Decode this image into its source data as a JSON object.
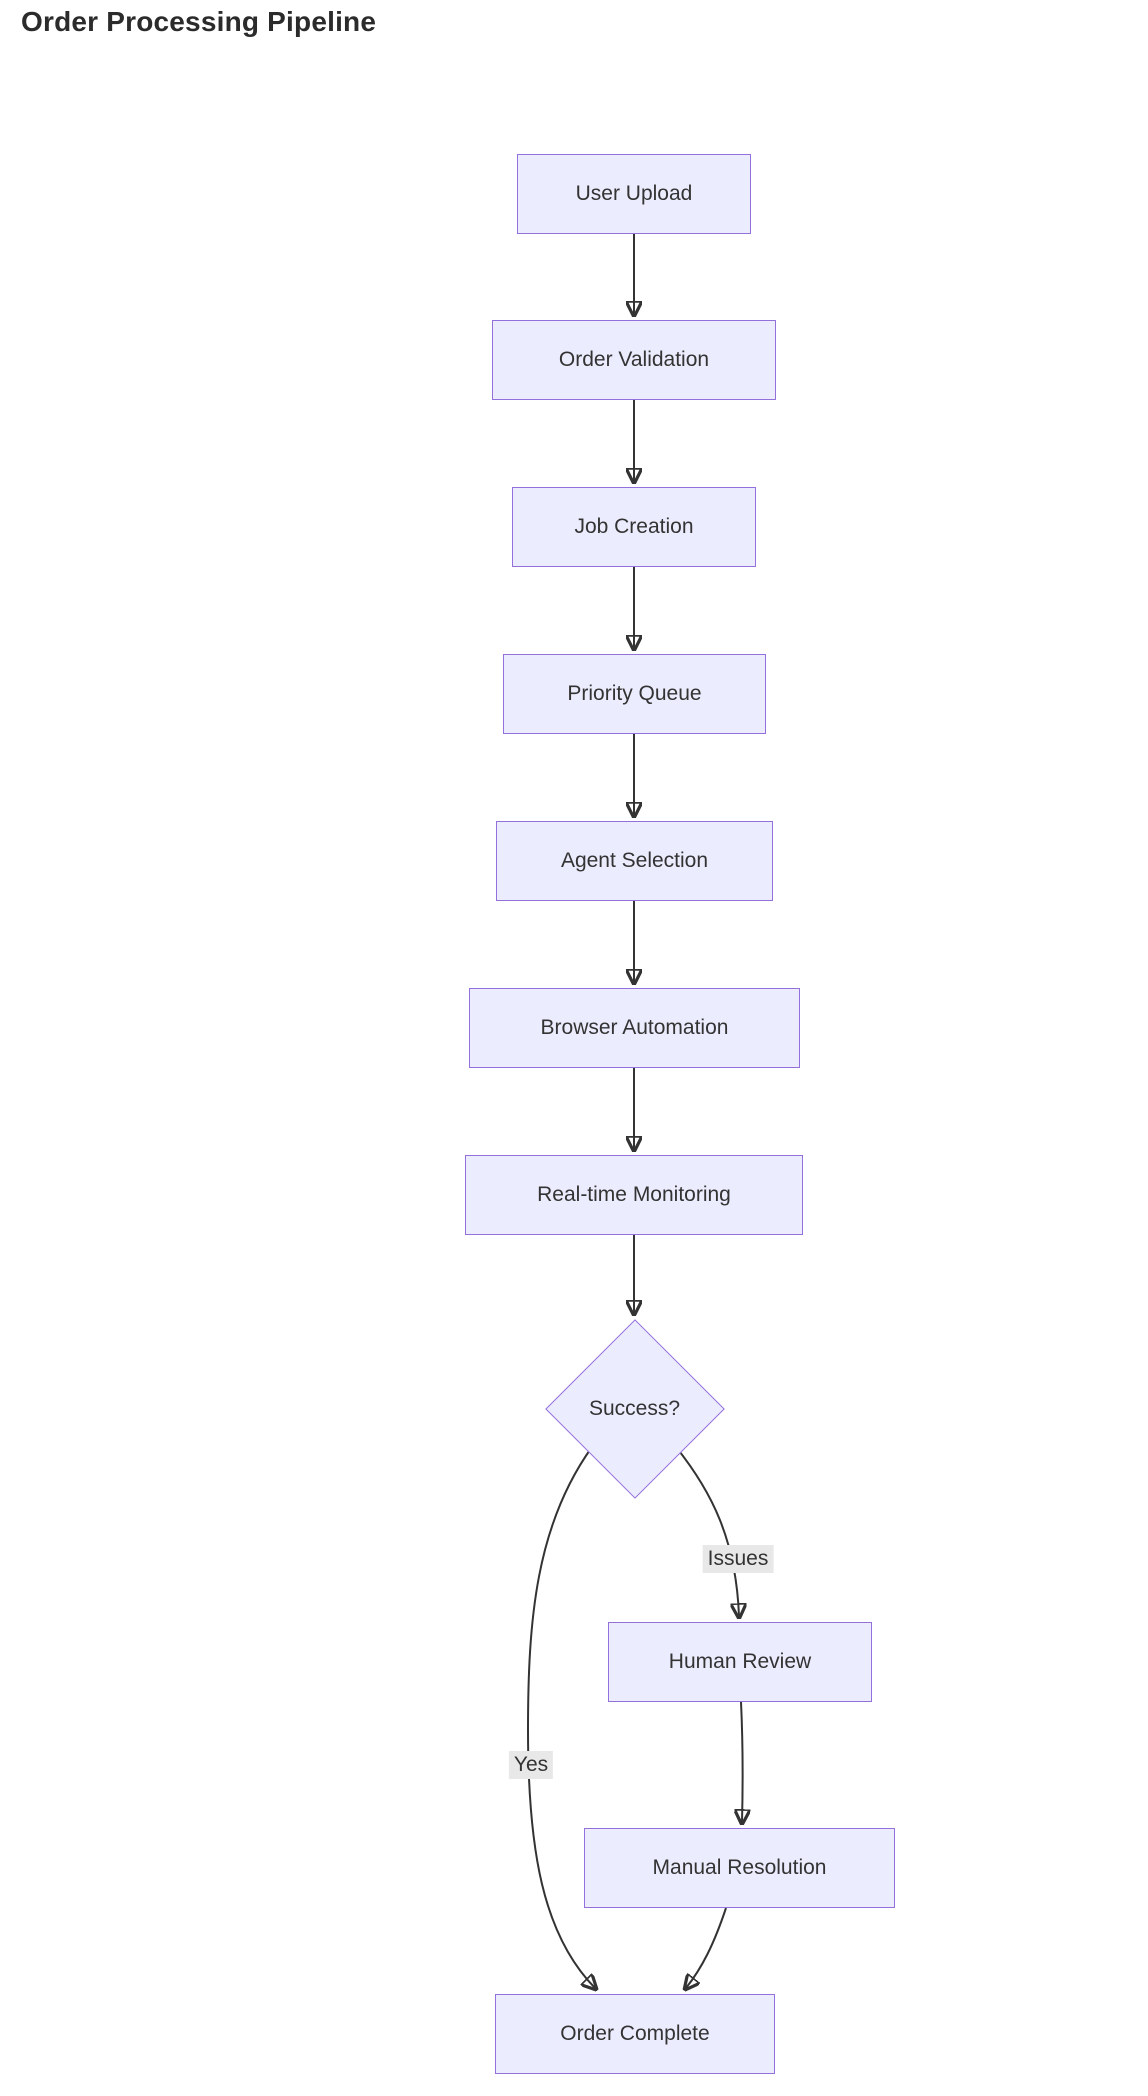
{
  "title": "Order Processing Pipeline",
  "diagram": {
    "type": "flowchart",
    "direction": "top-down",
    "nodes": [
      {
        "id": "upload",
        "label": "User Upload",
        "shape": "rect"
      },
      {
        "id": "validation",
        "label": "Order Validation",
        "shape": "rect"
      },
      {
        "id": "job",
        "label": "Job Creation",
        "shape": "rect"
      },
      {
        "id": "queue",
        "label": "Priority Queue",
        "shape": "rect"
      },
      {
        "id": "agent",
        "label": "Agent Selection",
        "shape": "rect"
      },
      {
        "id": "browser",
        "label": "Browser Automation",
        "shape": "rect"
      },
      {
        "id": "monitor",
        "label": "Real-time Monitoring",
        "shape": "rect"
      },
      {
        "id": "success",
        "label": "Success?",
        "shape": "diamond"
      },
      {
        "id": "review",
        "label": "Human Review",
        "shape": "rect"
      },
      {
        "id": "manual",
        "label": "Manual Resolution",
        "shape": "rect"
      },
      {
        "id": "complete",
        "label": "Order Complete",
        "shape": "rect"
      }
    ],
    "edges": [
      {
        "from": "upload",
        "to": "validation",
        "label": ""
      },
      {
        "from": "validation",
        "to": "job",
        "label": ""
      },
      {
        "from": "job",
        "to": "queue",
        "label": ""
      },
      {
        "from": "queue",
        "to": "agent",
        "label": ""
      },
      {
        "from": "agent",
        "to": "browser",
        "label": ""
      },
      {
        "from": "browser",
        "to": "monitor",
        "label": ""
      },
      {
        "from": "monitor",
        "to": "success",
        "label": ""
      },
      {
        "from": "success",
        "to": "review",
        "label": "Issues"
      },
      {
        "from": "review",
        "to": "manual",
        "label": ""
      },
      {
        "from": "manual",
        "to": "complete",
        "label": ""
      },
      {
        "from": "success",
        "to": "complete",
        "label": "Yes"
      }
    ],
    "edge_labels": [
      {
        "id": "issues",
        "label": "Issues"
      },
      {
        "id": "yes",
        "label": "Yes"
      }
    ],
    "colors": {
      "node_fill": "#ECECFF",
      "node_border": "#9370DB",
      "edge": "#333333",
      "text": "#333333",
      "label_bg": "#e8e8e8"
    }
  }
}
